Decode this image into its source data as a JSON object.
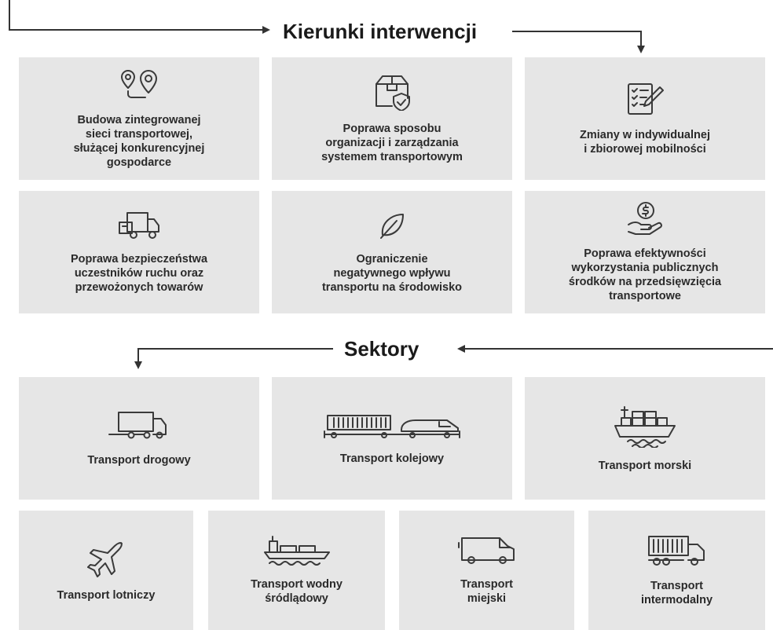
{
  "heading_top": "Kierunki interwencji",
  "heading_bottom": "Sektory",
  "directions": [
    {
      "label": "Budowa zintegrowanej\nsieci transportowej,\nsłużącej konkurencyjnej\ngospodarce",
      "icon": "route-pin-icon"
    },
    {
      "label": "Poprawa sposobu\norganizacji i zarządzania\nsystemem transportowym",
      "icon": "package-shield-icon"
    },
    {
      "label": "Zmiany w indywidualnej\ni zbiorowej mobilności",
      "icon": "checklist-pen-icon"
    },
    {
      "label": "Poprawa bezpieczeństwa\nuczestników ruchu oraz\nprzewożonych towarów",
      "icon": "delivery-truck-icon"
    },
    {
      "label": "Ograniczenie\nnegatywnego wpływu\ntransportu na środowisko",
      "icon": "leaf-icon"
    },
    {
      "label": "Poprawa efektywności\nwykorzystania publicznych\nśrodków na przedsięwzięcia\ntransportowe",
      "icon": "hand-coin-icon"
    }
  ],
  "sectors": [
    {
      "label": "Transport drogowy",
      "icon": "truck-icon"
    },
    {
      "label": "Transport kolejowy",
      "icon": "train-icon"
    },
    {
      "label": "Transport morski",
      "icon": "container-ship-icon"
    },
    {
      "label": "Transport lotniczy",
      "icon": "airplane-icon"
    },
    {
      "label": "Transport wodny\nśródlądowy",
      "icon": "barge-icon"
    },
    {
      "label": "Transport\nmiejski",
      "icon": "van-icon"
    },
    {
      "label": "Transport\nintermodalny",
      "icon": "container-truck-icon"
    }
  ]
}
